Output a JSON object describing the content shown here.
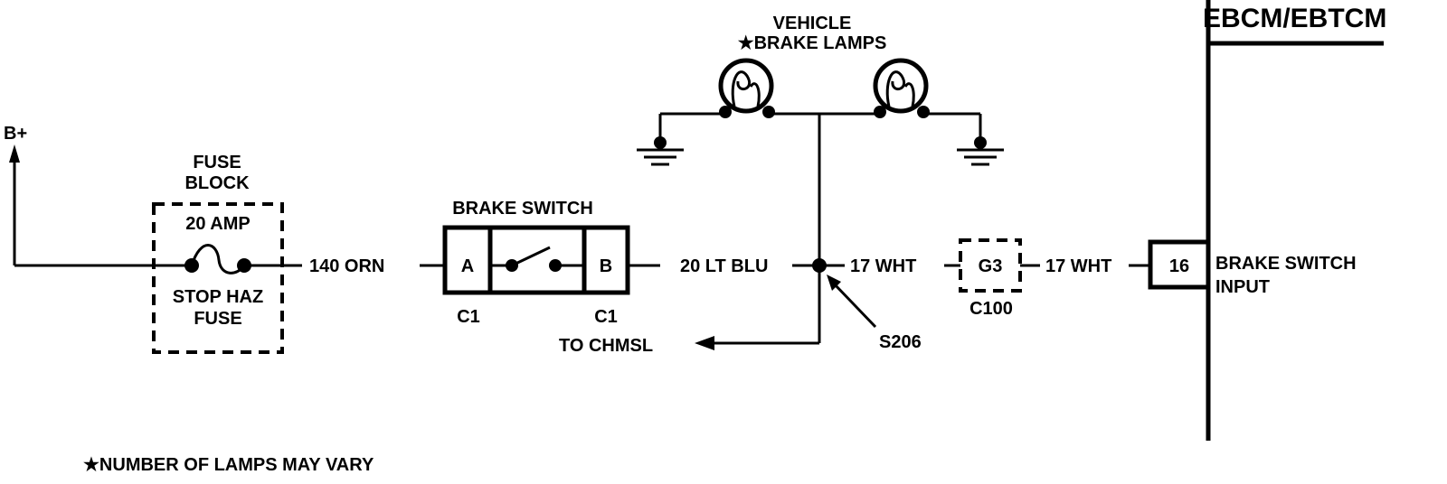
{
  "module_title": "EBCM/EBTCM",
  "power": {
    "label": "B+"
  },
  "fuse_block": {
    "title_line1": "FUSE",
    "title_line2": "BLOCK",
    "rating": "20 AMP",
    "fuse_name_line1": "STOP HAZ",
    "fuse_name_line2": "FUSE"
  },
  "wire_fuse_to_switch": "140 ORN",
  "brake_switch": {
    "title": "BRAKE SWITCH",
    "terminal_a": "A",
    "terminal_b": "B",
    "connector_a": "C1",
    "connector_b": "C1"
  },
  "wire_switch_to_splice": "20 LT BLU",
  "lamps": {
    "title_line1": "VEHICLE",
    "title_line2": "★BRAKE LAMPS"
  },
  "chmsl_label": "TO CHMSL",
  "splice_label": "S206",
  "wire_splice_to_c100": "17 WHT",
  "inline_connector": {
    "terminal": "G3",
    "name": "C100"
  },
  "wire_c100_to_module": "17 WHT",
  "module_input": {
    "pin": "16",
    "label_line1": "BRAKE SWITCH",
    "label_line2": "INPUT"
  },
  "footnote": "★NUMBER OF LAMPS MAY VARY"
}
